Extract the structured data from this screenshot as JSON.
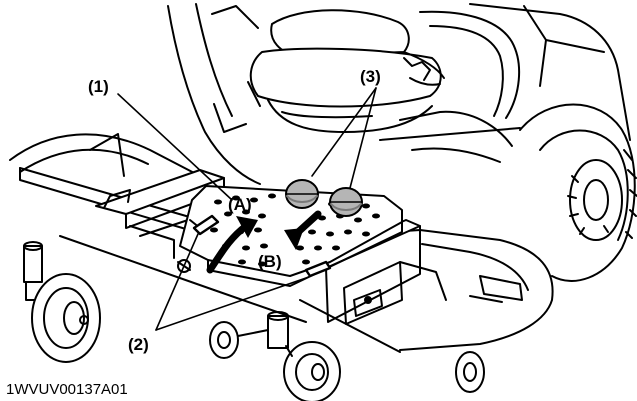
{
  "figure_code": "1WVUV00137A01",
  "callouts": {
    "c1": "(1)",
    "c2": "(2)",
    "c3": "(3)",
    "a": "(A)",
    "b": "(B)"
  },
  "colors": {
    "ink": "#000000",
    "paper": "#ffffff",
    "knob_fill": "#b5b5b5",
    "knob_shade": "#7a7a7a"
  }
}
